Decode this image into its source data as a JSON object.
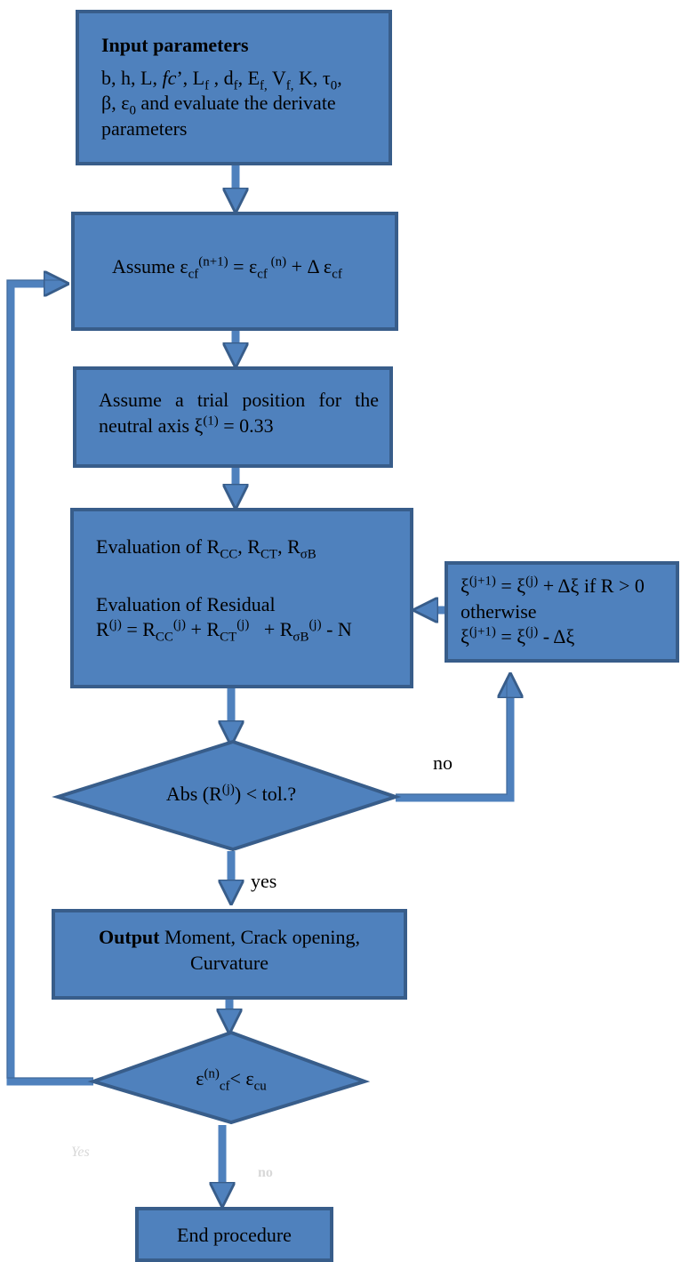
{
  "colors": {
    "fill": "#4f81bd",
    "stroke": "#385d8a"
  },
  "input_box": {
    "title": "Input parameters",
    "line1_pre": "b, h, L, ",
    "line1_fc": "fc",
    "line1_prime": "’, L",
    "sub_f1": "f",
    "comma_d": " , d",
    "sub_f2": "f",
    "comma_E": ", E",
    "sub_f3": "f,",
    "V": " V",
    "sub_f4": "f,",
    "K_tau": " K, τ",
    "sub_0a": "0",
    "comma_end": ",",
    "line2_beta": "β, ε",
    "sub_0b": "0",
    "line2_rest": " and evaluate the derivate",
    "line3": "parameters"
  },
  "assume_box": {
    "pre": "Assume ε",
    "sub1": "cf",
    "sup1": "(n+1)",
    "eq": " = ε",
    "sub2": "cf",
    "sup2": " (n)",
    "plus": " + Δ ε",
    "sub3": "cf"
  },
  "trial_box": {
    "line1": "Assume a trial position for the",
    "line2_pre": "neutral axis ξ",
    "sup": "(1)",
    "line2_post": " = 0.33"
  },
  "eval_box": {
    "line1_pre": "Evaluation of R",
    "sub_cc": "CC",
    "comma1": ", R",
    "sub_ct": "CT",
    "comma2": ", R",
    "sub_sb": "σB",
    "line2": "Evaluation of Residual",
    "r": "R",
    "sup_j1": "(j)",
    "eq_r": " = R",
    "sub_cc2": "CC",
    "sup_j2": "(j)",
    "plus_r": " + R",
    "sub_ct2": "CT",
    "sup_j3": "(j)",
    "plus_r2": "   + R",
    "sub_sb2": "σB",
    "sup_j4": "(j)",
    "minus_n": " - N"
  },
  "update_box": {
    "xi1": "ξ",
    "sup_a": "(j+1)",
    "eq1": " = ξ",
    "sup_b": "(j)",
    "rest1": " + Δξ if R > 0",
    "line2": "otherwise",
    "xi2": "ξ",
    "sup_c": "(j+1)",
    "eq2": " = ξ",
    "sup_d": "(j)",
    "rest2": " - Δξ"
  },
  "decision1": {
    "pre": "Abs (R",
    "sup": "(j)",
    "post": ") < tol.?"
  },
  "labels": {
    "no": "no",
    "yes": "yes",
    "faint_yes": "Yes",
    "faint_no": "no"
  },
  "output_box": {
    "bold": "Output",
    "rest1": " Moment, Crack opening,",
    "line2": "Curvature"
  },
  "decision2": {
    "eps": "ε",
    "sup": "(n)",
    "sub": "cf",
    "lt": "< ε",
    "sub2": "cu"
  },
  "end_box": {
    "text": "End procedure"
  }
}
